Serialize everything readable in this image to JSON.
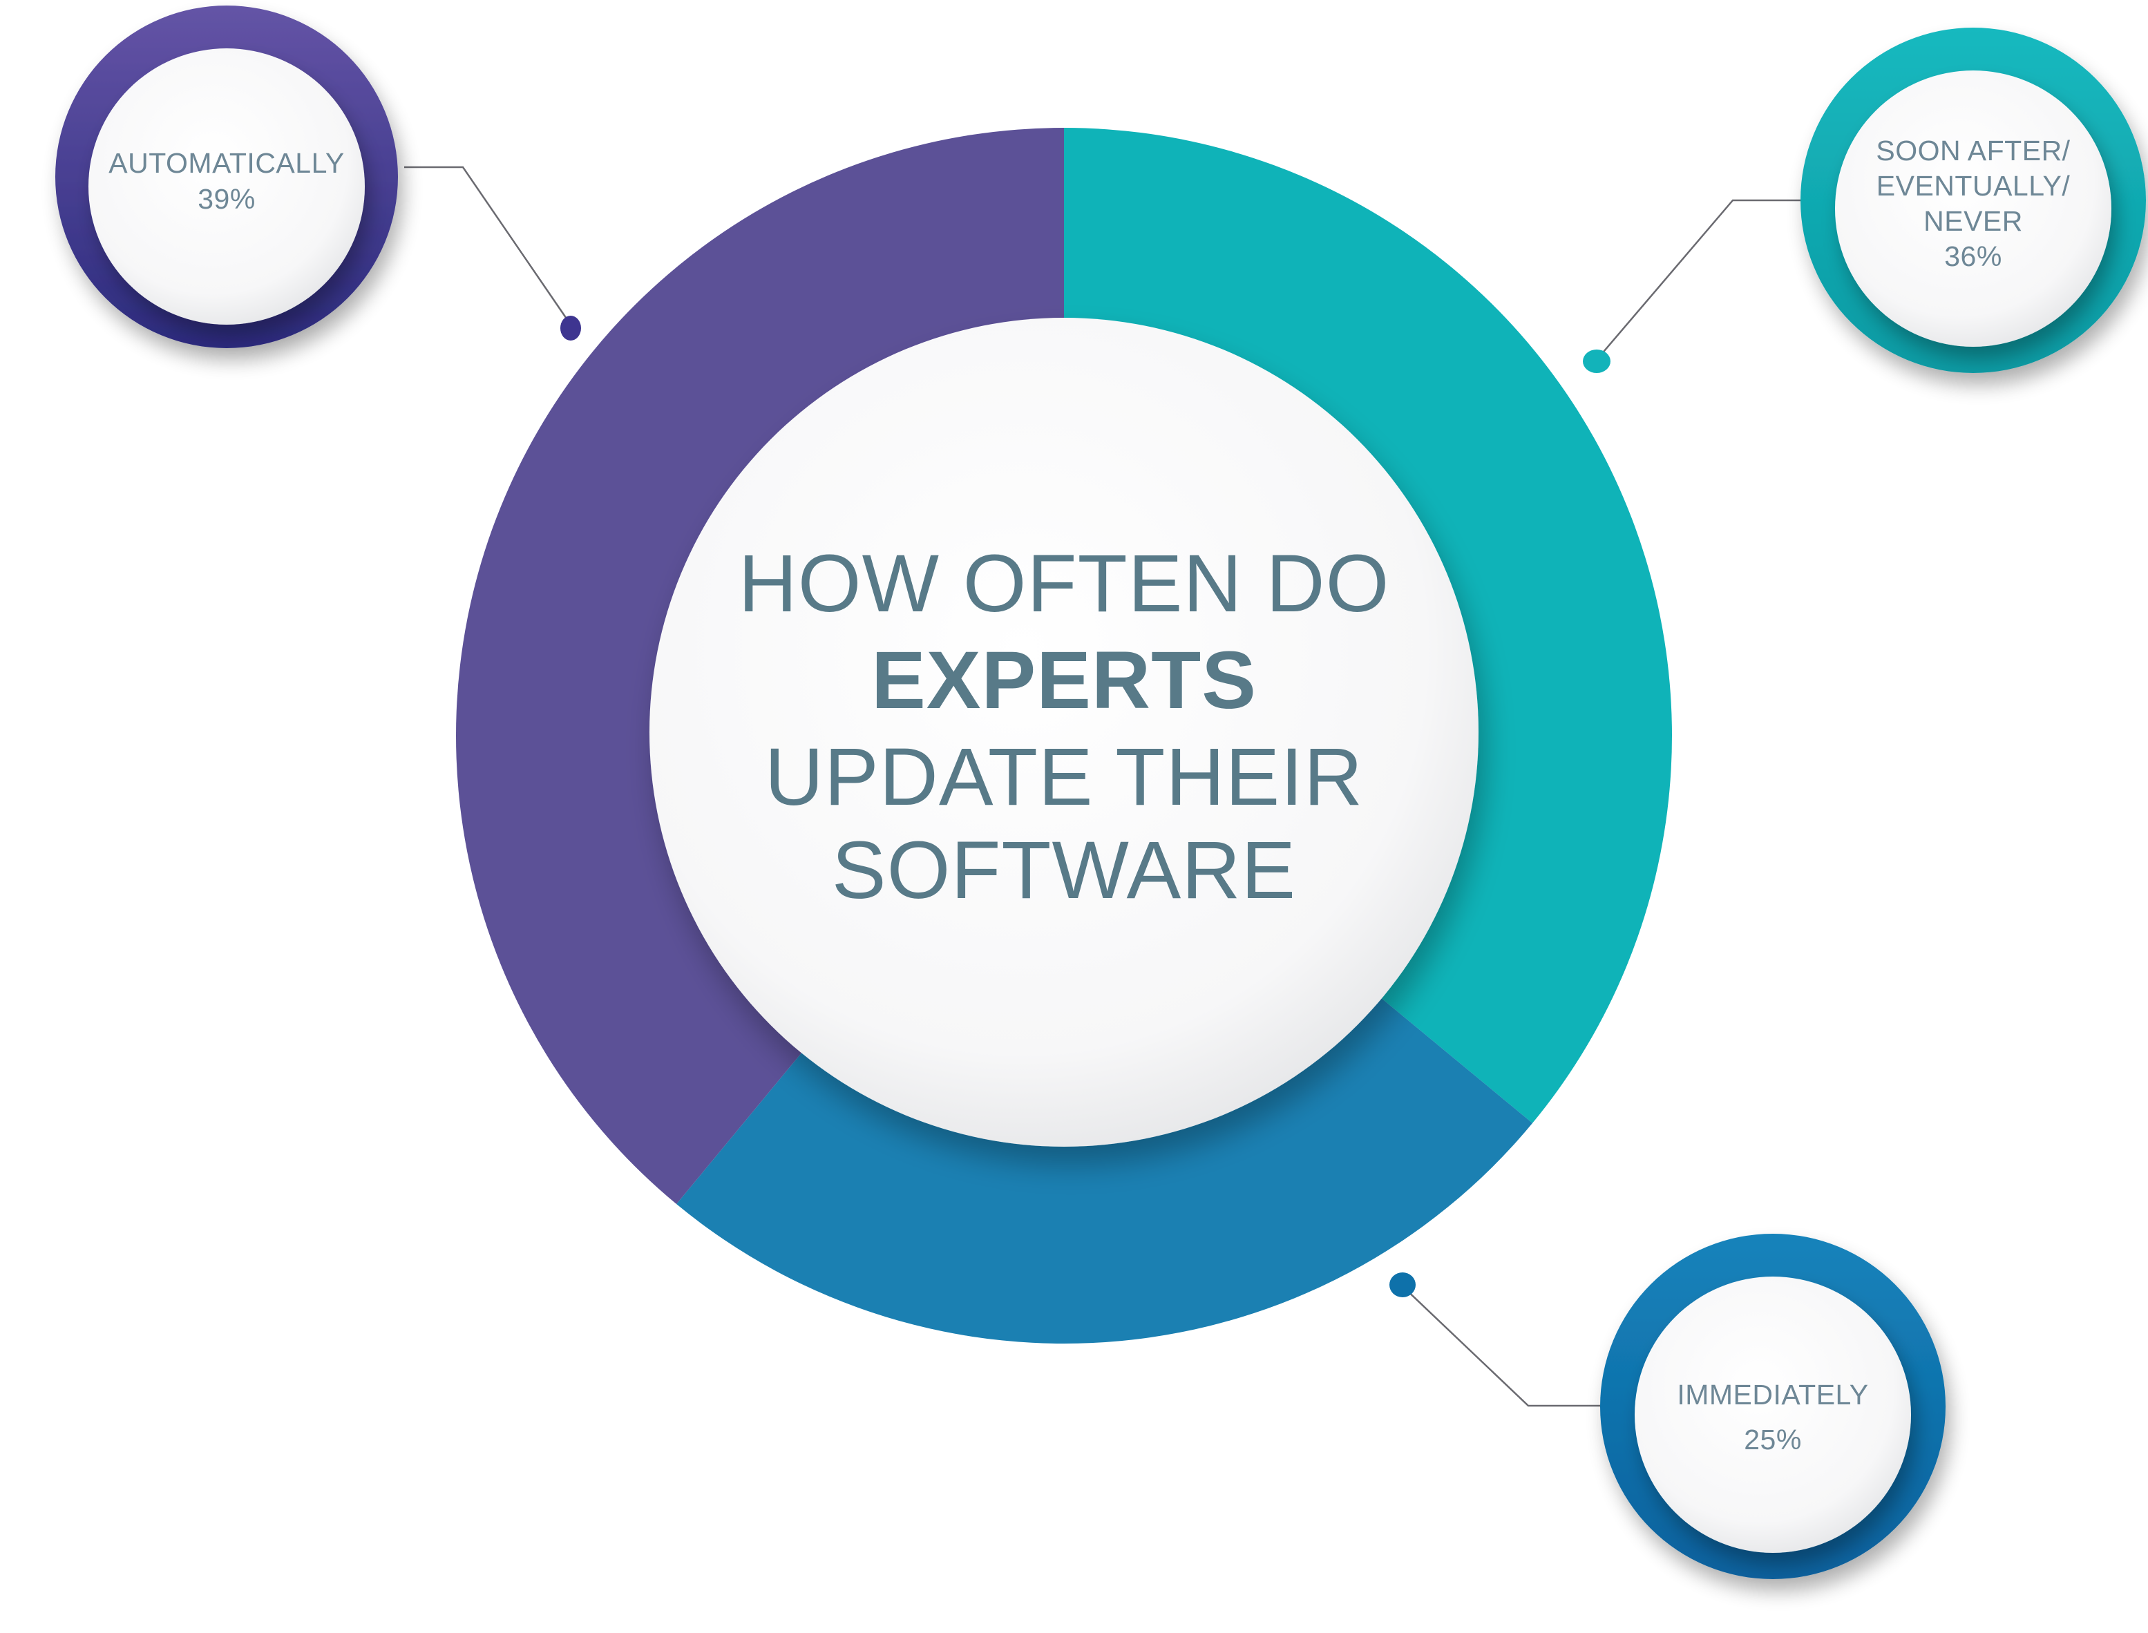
{
  "chart_data": {
    "type": "pie",
    "title_lines": [
      "HOW OFTEN DO",
      "EXPERTS",
      "UPDATE THEIR",
      "SOFTWARE"
    ],
    "slices": [
      {
        "label_lines": [
          "AUTOMATICALLY"
        ],
        "value_label": "39%",
        "value": 39,
        "color": "#5c5197"
      },
      {
        "label_lines": [
          "SOON AFTER/",
          "EVENTUALLY/",
          "NEVER"
        ],
        "value_label": "36%",
        "value": 36,
        "color": "#0fb3b8"
      },
      {
        "label_lines": [
          "IMMEDIATELY"
        ],
        "value_label": "25%",
        "value": 25,
        "color": "#1b80b2"
      }
    ],
    "colors": {
      "title": "#587a88",
      "label": "#6e8796",
      "automatically_ring": "#3e3590",
      "soon_after_ring": "#12b3ba",
      "immediately_ring": "#0e71aa"
    }
  }
}
